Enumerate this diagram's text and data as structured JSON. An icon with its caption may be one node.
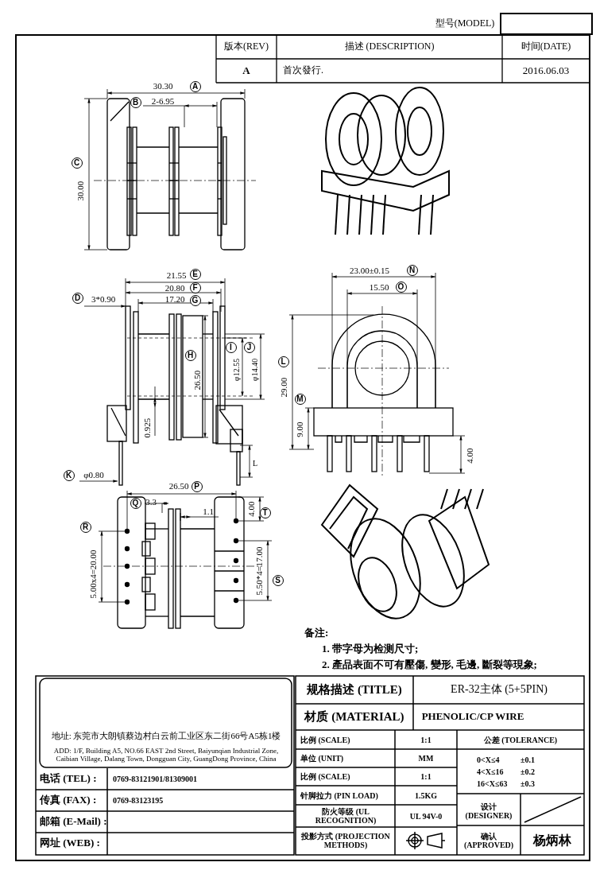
{
  "diagram": {
    "nodes": [
      {
        "text": [],
        "shape": "box"
      }
    ],
    "labels": [
      "型号(MODEL)",
      "版本(REV)",
      "描述 (DESCRIPTION)",
      "时间(DATE)",
      "A",
      "首次發行.",
      "2016.06.03",
      "30.30",
      "A",
      "B",
      "2-6.95",
      "C",
      "30.00",
      "21.55",
      "E",
      "20.80",
      "F",
      "D",
      "3*0.90",
      "17.20",
      "G",
      "H",
      "26.50",
      "I",
      "φ12.55",
      "J",
      "φ14.40",
      "0.925",
      "L",
      "K",
      "φ0.80",
      "23.00±0.15",
      "N",
      "15.50",
      "O",
      "L",
      "29.00",
      "M",
      "9.00",
      "4.00",
      "26.50",
      "P",
      "Q",
      "3.3",
      "1.1",
      "4.00",
      "T",
      "R",
      "5.00x4=20.00",
      "S",
      "5.50*4=17.00",
      "备注:",
      "1. 带字母为检测尺寸;",
      "2. 產品表面不可有壓傷, 變形, 毛邊, 斷裂等現象;",
      "地址: 东莞市大朗镇蔡边村白云前工业区东二街66号A5栋1楼",
      "ADD: 1/F, Building A5, NO.66 EAST 2nd Street, Baiyunqian Industrial Zone, Caibian Village, Dalang Town, Dongguan City, GuangDong Province, China",
      "电话 (TEL) :",
      "0769-83121901/81309001",
      "传真 (FAX) :",
      "0769-83123195",
      "邮箱 (E-Mail) :",
      "网址 (WEB) :",
      "规格描述 (TITLE)",
      "ER-32主体 (5+5PIN)",
      "材质 (MATERIAL)",
      "PHENOLIC/CP WIRE",
      "比例 (SCALE)",
      "1:1",
      "公差 (TOLERANCE)",
      "单位 (UNIT)",
      "MM",
      "0<X≤4",
      "±0.1",
      "4<X≤16",
      "±0.2",
      "16<X≤63",
      "±0.3",
      "比例 (SCALE)",
      "1:1",
      "针脚拉力 (PIN LOAD)",
      "1.5KG",
      "防火等级 (UL RECOGNITION)",
      "UL 94V-0",
      "设计 (DESIGNER)",
      "投影方式 (PROJECTION METHODS)",
      "确认 (APPROVED)",
      "杨炳林"
    ]
  }
}
